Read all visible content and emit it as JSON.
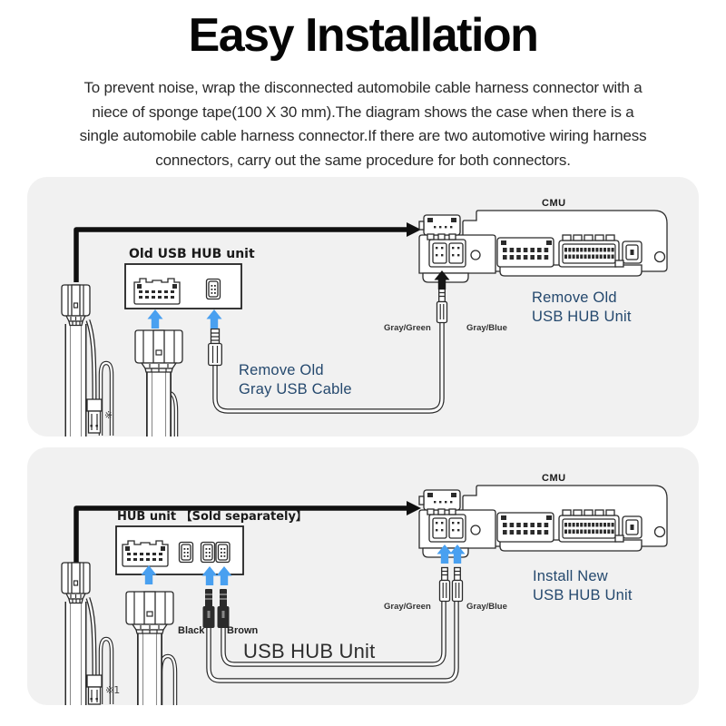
{
  "title": "Easy Installation",
  "intro": {
    "lines": [
      "To prevent noise, wrap the disconnected automobile cable harness connector with a",
      "niece of sponge tape(100 X 30 mm).The diagram shows the case when there is a",
      "single automobile cable harness connector.If there are two automotive wiring harness",
      "connectors, carry out the same procedure for both connectors."
    ]
  },
  "panels": {
    "top": {
      "old_hub_label": "Old USB HUB unit",
      "remove_cable_line1": "Remove Old",
      "remove_cable_line2": "Gray USB Cable",
      "cmu": "CMU",
      "gray_green": "Gray/Green",
      "gray_blue": "Gray/Blue",
      "remove_unit_line1": "Remove Old",
      "remove_unit_line2": "USB HUB Unit",
      "note": "※"
    },
    "bottom": {
      "hub_label": "HUB unit 【Sold separately】",
      "cmu": "CMU",
      "black": "Black",
      "brown": "Brown",
      "usb_hub_unit": "USB HUB Unit",
      "install_line1": "Install New",
      "install_line2": "USB HUB Unit",
      "gray_green": "Gray/Green",
      "gray_blue": "Gray/Blue",
      "note": "※1"
    }
  },
  "colors": {
    "arrow_blue": "#49a0f0",
    "blue_text": "#25496e",
    "panel_bg": "#f1f1f1",
    "line": "#2b2b2b"
  }
}
